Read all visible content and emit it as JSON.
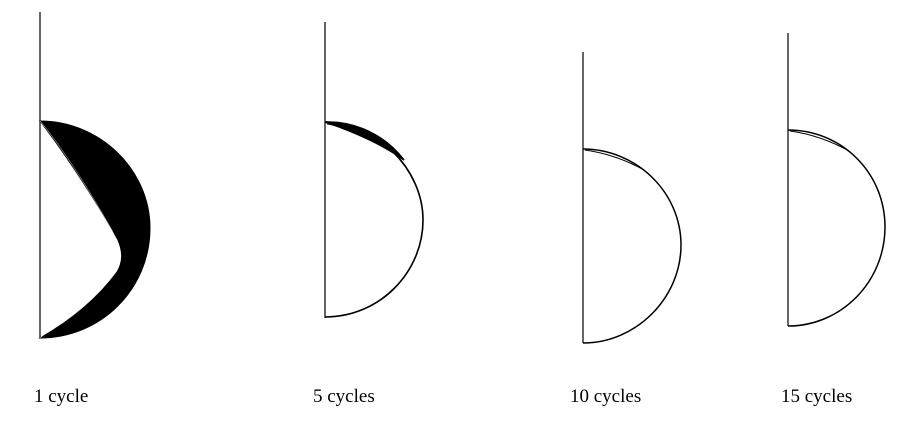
{
  "panels": [
    {
      "caption": "1 cycle"
    },
    {
      "caption": "5 cycles"
    },
    {
      "caption": "10 cycles"
    },
    {
      "caption": "15 cycles"
    }
  ],
  "colors": {
    "stroke": "#000000",
    "background": "#ffffff"
  }
}
